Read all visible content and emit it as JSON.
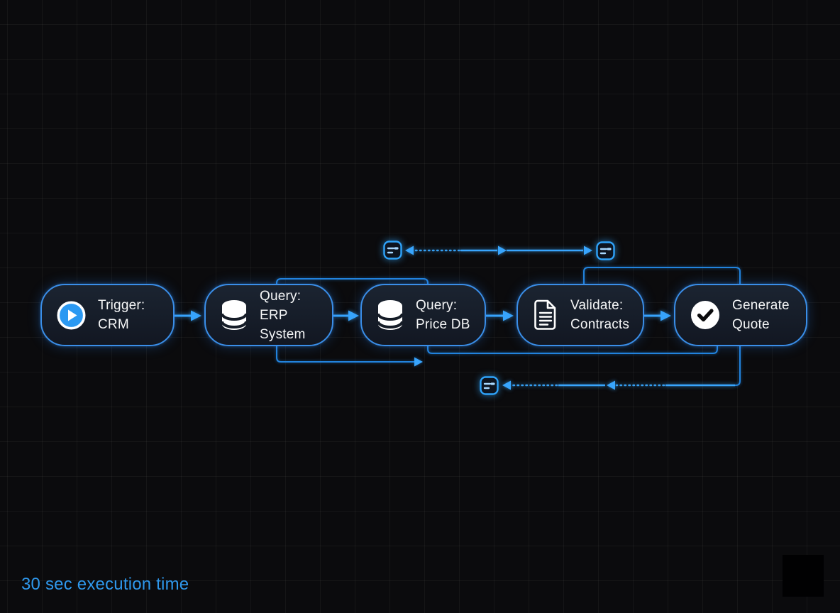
{
  "canvas": {
    "footer_text": "30 sec execution time"
  },
  "nodes": [
    {
      "label": "Trigger:\nCRM",
      "icon": "play-icon"
    },
    {
      "label": "Query: ERP\nSystem",
      "icon": "database-icon"
    },
    {
      "label": "Query:\nPrice DB",
      "icon": "database-icon"
    },
    {
      "label": "Validate:\nContracts",
      "icon": "document-icon"
    },
    {
      "label": "Generate\nQuote",
      "icon": "check-icon"
    }
  ],
  "connector_icons": [
    "message-lines-icon",
    "message-lines-icon",
    "message-lines-icon"
  ],
  "colors": {
    "background": "#0b0b0d",
    "accent_bright": "#38a5fd",
    "accent_mid": "#2283dd",
    "node_border": "#3a8ee8",
    "node_fill": "#151c27",
    "node_text": "#f5f6f7",
    "footer_text_color": "#2f98ec"
  }
}
